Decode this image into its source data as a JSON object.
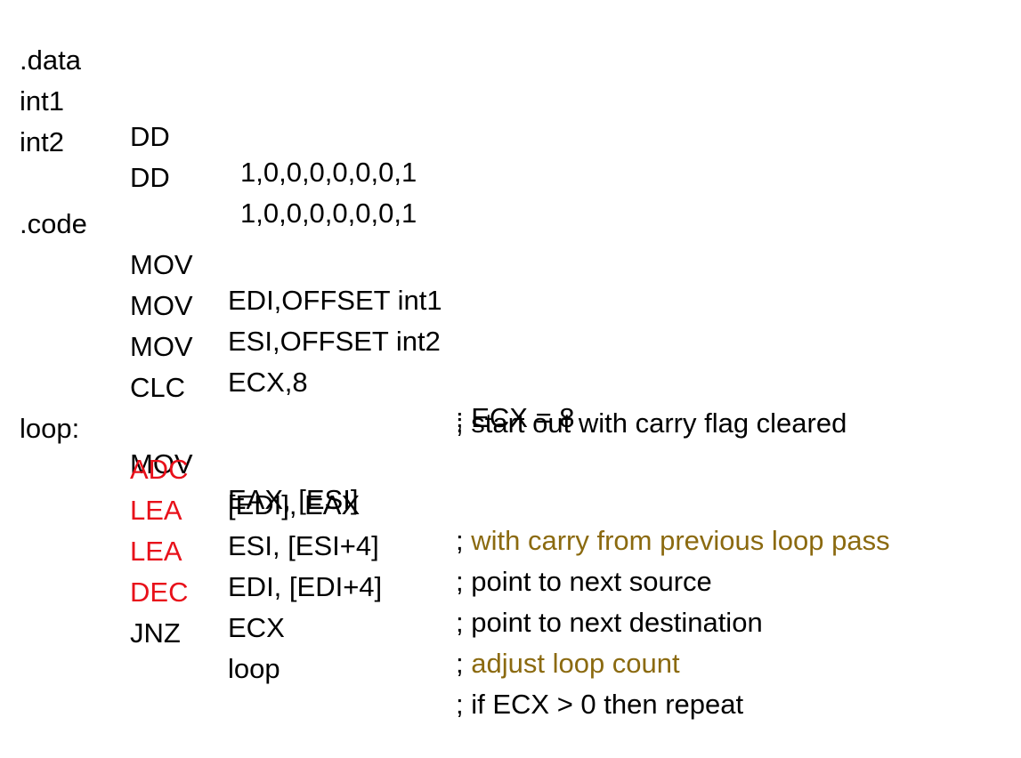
{
  "data_section": {
    "directive": ".data",
    "vars": [
      {
        "name": "int1",
        "type": "DD",
        "value": "1,0,0,0,0,0,0,1"
      },
      {
        "name": "int2",
        "type": "DD",
        "value": "1,0,0,0,0,0,0,1"
      }
    ]
  },
  "code_section": {
    "directive": ".code",
    "lines": [
      {
        "label": "",
        "op": "MOV",
        "args": "EDI,OFFSET int1",
        "comment": "",
        "op_highlight": false,
        "comment_highlight": false
      },
      {
        "label": "",
        "op": "MOV",
        "args": "ESI,OFFSET int2",
        "comment": "",
        "op_highlight": false,
        "comment_highlight": false
      },
      {
        "label": "",
        "op": "MOV",
        "args": "ECX,8",
        "comment": "; ECX = 8",
        "op_highlight": false,
        "comment_highlight": false
      },
      {
        "label": "",
        "op": "CLC",
        "args": "",
        "comment": "; start out with carry flag cleared",
        "op_highlight": false,
        "comment_highlight": false
      },
      {
        "label": "loop:",
        "op": "MOV",
        "args": "EAX, [ESI]",
        "comment": "",
        "op_highlight": false,
        "comment_highlight": false
      },
      {
        "label": "",
        "op": "ADC",
        "args": "[EDI], EAX",
        "comment_prefix": "; ",
        "comment_text": "with carry from previous loop pass",
        "op_highlight": true,
        "comment_highlight": true
      },
      {
        "label": "",
        "op": "LEA",
        "args": "ESI, [ESI+4]",
        "comment": "; point to next source",
        "op_highlight": true,
        "comment_highlight": false
      },
      {
        "label": "",
        "op": "LEA",
        "args": "EDI, [EDI+4]",
        "comment": "; point to next destination",
        "op_highlight": true,
        "comment_highlight": false
      },
      {
        "label": "",
        "op": "DEC",
        "args": "ECX",
        "comment_prefix": "; ",
        "comment_text": "adjust loop count",
        "op_highlight": true,
        "comment_highlight": true
      },
      {
        "label": "",
        "op": "JNZ",
        "args": "loop",
        "comment": "; if ECX > 0 then repeat",
        "op_highlight": false,
        "comment_highlight": false
      }
    ]
  },
  "colors": {
    "text": "#000000",
    "highlight_op": "#e8101a",
    "highlight_comment": "#8b6a10",
    "background": "#ffffff"
  }
}
